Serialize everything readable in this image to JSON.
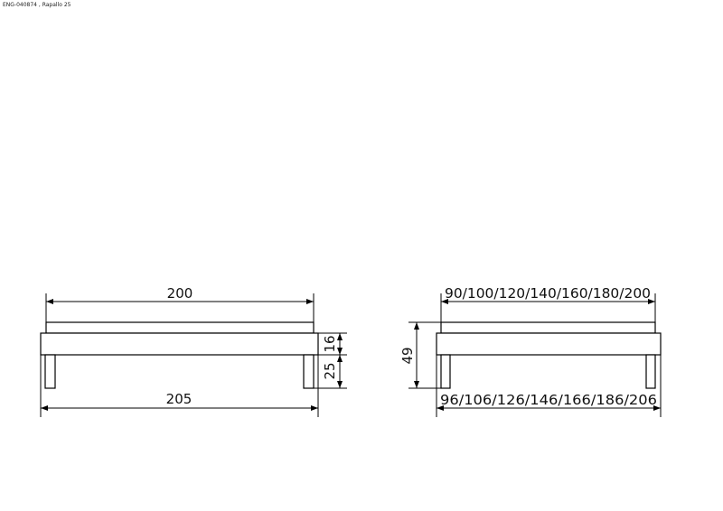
{
  "header": {
    "label": "ENG-040874 , Rapallo 25"
  },
  "side_view": {
    "top_width": "200",
    "bottom_width": "205",
    "frame_height": "16",
    "leg_height": "25"
  },
  "end_view": {
    "top_widths": "90/100/120/140/160/180/200",
    "bottom_widths": "96/106/126/146/166/186/206",
    "total_height": "49"
  }
}
